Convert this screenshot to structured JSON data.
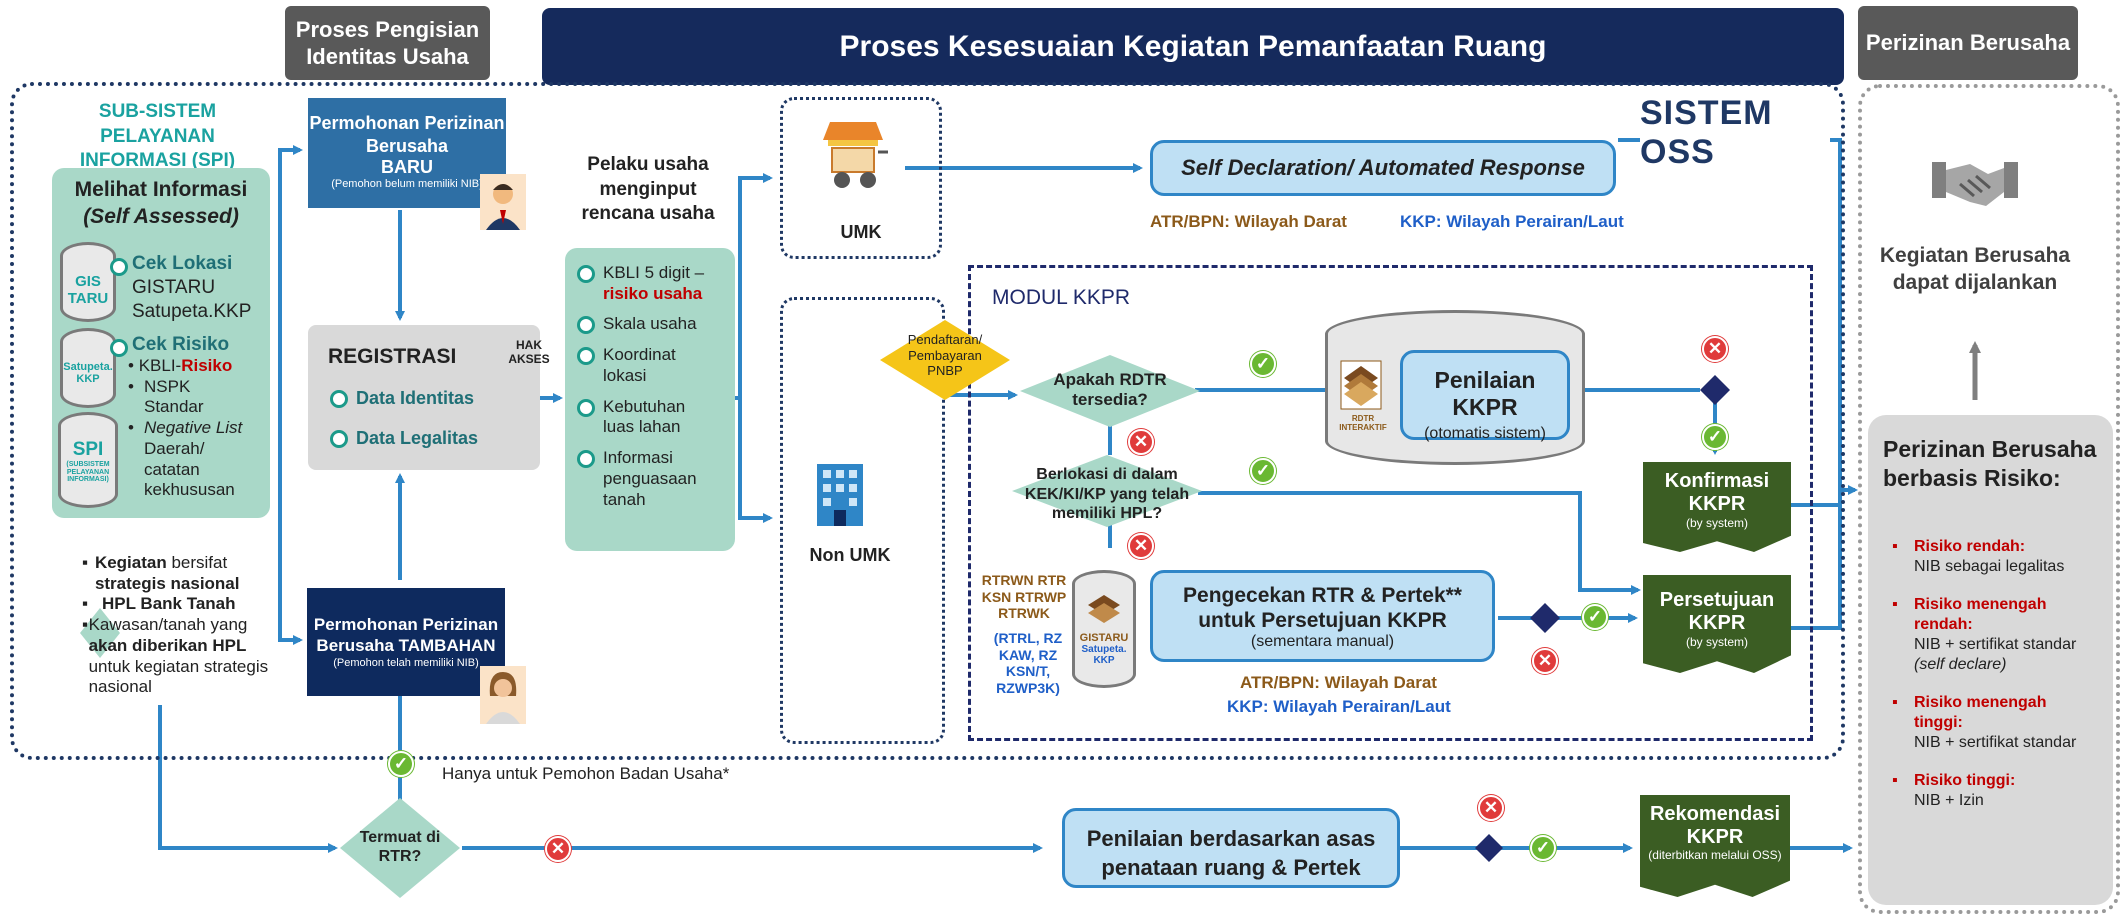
{
  "headers": {
    "identity": "Proses Pengisian Identitas Usaha",
    "main": "Proses Kesesuaian Kegiatan Pemanfaatan Ruang",
    "permit": "Perizinan Berusaha"
  },
  "spi": {
    "title": "SUB-SISTEM PELAYANAN INFORMASI (SPI)",
    "box_title_1": "Melihat Informasi",
    "box_title_2": "(Self Assessed)",
    "db1": "GIS TARU",
    "db2": "Satupeta. KKP",
    "db3_big": "SPI",
    "db3_small": "(SUBSISTEM PELAYANAN INFORMASI)",
    "cek_lokasi": "Cek Lokasi",
    "cek_lokasi_1": "GISTARU",
    "cek_lokasi_2": "Satupeta.KKP",
    "cek_risiko": "Cek Risiko",
    "risk_item1_a": "KBLI-",
    "risk_item1_b": "Risiko",
    "risk_item2": "NSPK Standar",
    "risk_item3_a": "Negative List",
    "risk_item3_b": " Daerah/ catatan kekhususan"
  },
  "strategic": {
    "b1_a": "Kegiatan",
    "b1_b": " bersifat ",
    "b1_c": "strategis nasional",
    "b2": "HPL Bank Tanah",
    "b3_a": "Kawasan/tanah yang ",
    "b3_b": "akan diberikan HPL",
    "b3_c": " untuk kegiatan strategis nasional"
  },
  "identity": {
    "new_title": "Permohonan Perizinan Berusaha",
    "new_title_b": "BARU",
    "new_sub": "(Pemohon belum memiliki NIB)",
    "reg_title": "REGISTRASI",
    "reg_item1": "Data Identitas",
    "reg_item2": "Data Legalitas",
    "hak_akses": "HAK AKSES",
    "add_title": "Permohonan Perizinan Berusaha TAMBAHAN",
    "add_sub": "(Pemohon telah memiliki NIB)",
    "badan_usaha": "Hanya untuk Pemohon Badan Usaha*"
  },
  "input": {
    "title": "Pelaku usaha menginput rencana usaha",
    "item1_a": "KBLI 5 digit –",
    "item1_b": "risiko usaha",
    "item2": "Skala usaha",
    "item3": "Koordinat lokasi",
    "item4": "Kebutuhan luas lahan",
    "item5": "Informasi penguasaan tanah"
  },
  "kkpr": {
    "oss_label": "SISTEM OSS",
    "umk": "UMK",
    "non_umk": "Non UMK",
    "self_decl": "Self Declaration/ Automated Response",
    "atr_darat": "ATR/BPN: Wilayah Darat",
    "kkp_laut": "KKP: Wilayah Perairan/Laut",
    "modul": "MODUL KKPR",
    "pnbp": "Pendaftaran/ Pembayaran PNBP",
    "rdtr_q": "Apakah RDTR tersedia?",
    "rdtr_label": "RDTR INTERAKTIF",
    "penilaian_title": "Penilaian KKPR",
    "penilaian_sub": "(otomatis sistem)",
    "hpl_q": "Berlokasi di dalam KEK/KI/KP yang telah memiliki HPL?",
    "rtr_list_brown": "RTRWN RTR KSN RTRWP RTRWK",
    "rtr_list_blue": "(RTRL, RZ KAW, RZ KSN/T, RZWP3K)",
    "gistaru": "GISTARU",
    "satupeta": "Satupeta. KKP",
    "pengecekan_1": "Pengecekan RTR & Pertek**",
    "pengecekan_2": "untuk Persetujuan KKPR",
    "pengecekan_sub": "(sementara manual)",
    "atr_darat_2": "ATR/BPN: Wilayah Darat",
    "kkp_laut_2": "KKP: Wilayah Perairan/Laut",
    "konfirmasi_title": "Konfirmasi KKPR",
    "konfirmasi_sub": "(by system)",
    "persetujuan_title": "Persetujuan KKPR",
    "persetujuan_sub": "(by system)"
  },
  "bottom": {
    "termuat": "Termuat di RTR?",
    "penilaian_1": "Penilaian berdasarkan asas",
    "penilaian_2": "penataan ruang & Pertek",
    "rekom_title": "Rekomendasi KKPR",
    "rekom_sub": "(diterbitkan melalui OSS)"
  },
  "permit": {
    "activity": "Kegiatan Berusaha dapat dijalankan",
    "title": "Perizinan Berusaha berbasis Risiko:",
    "r1_title": "Risiko rendah:",
    "r1_desc": "NIB sebagai legalitas",
    "r2_title": "Risiko menengah rendah:",
    "r2_desc": "NIB + sertifikat standar",
    "r2_desc2": "(self declare)",
    "r3_title": "Risiko menengah tinggi:",
    "r3_desc": "NIB + sertifikat standar",
    "r4_title": "Risiko tinggi:",
    "r4_desc": "NIB + Izin"
  },
  "colors": {
    "navy": "#152a5c",
    "teal": "#a9d8c8",
    "blue": "#2e6fa5",
    "arrow": "#2f86c7",
    "green_doc": "#3b5d23",
    "ok": "#6ab832",
    "no": "#e03b3b"
  }
}
